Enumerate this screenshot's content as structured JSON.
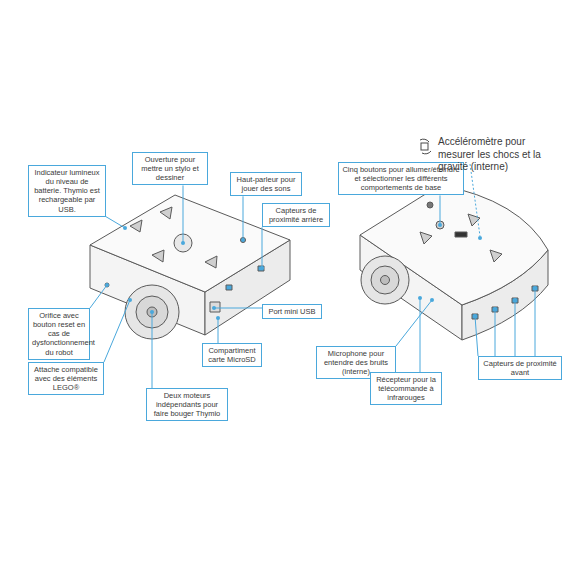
{
  "diagram": {
    "nodes": [
      {
        "text": [
          "Indicateur lumineux du niveau de batterie. Thymio est rechargeable par USB."
        ]
      },
      {
        "text": [
          "Ouverture pour mettre un stylo et dessiner"
        ]
      },
      {
        "text": [
          "Haut-parleur pour jouer des sons"
        ]
      },
      {
        "text": [
          "Capteurs de proximité arrière"
        ]
      },
      {
        "text": [
          "Port mini USB"
        ]
      },
      {
        "text": [
          "Compartiment carte MicroSD"
        ]
      },
      {
        "text": [
          "Orifice avec bouton reset en cas de dysfonctionnement du robot"
        ]
      },
      {
        "text": [
          "Attache compatible avec des éléments LEGO®"
        ]
      },
      {
        "text": [
          "Deux moteurs indépendants pour faire bouger Thymio"
        ]
      },
      {
        "text": [
          "Cinq boutons pour allumer/éteindre et sélectionner les différents comportements de base"
        ]
      },
      {
        "text": [
          "Microphone pour entendre des bruits (interne)"
        ]
      },
      {
        "text": [
          "Récepteur pour la télécommande à infrarouges"
        ]
      },
      {
        "text": [
          "Capteurs de proximité avant"
        ]
      }
    ],
    "labels": [
      "Accéléromètre pour mesurer les chocs et la gravité (interne)"
    ]
  }
}
